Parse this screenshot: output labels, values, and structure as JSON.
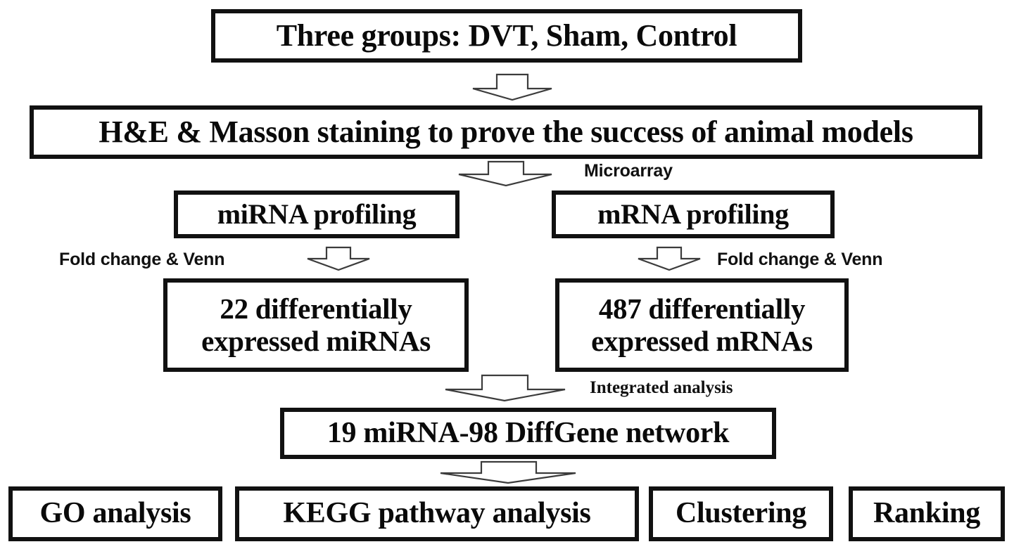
{
  "diagram": {
    "title": "Experimental workflow flowchart",
    "colors": {
      "box_border": "#111111",
      "box_fill": "#ffffff",
      "text": "#0a0a0a",
      "arrow_outline": "#3c3c3c",
      "background": "#ffffff"
    },
    "nodes": {
      "groups": {
        "label": "Three groups: DVT, Sham, Control",
        "level": 1
      },
      "staining": {
        "label": "H&E & Masson staining to prove the success of animal models",
        "level": 2
      },
      "mirna_profiling": {
        "label": "miRNA profiling",
        "level": 3,
        "branch": "left"
      },
      "mrna_profiling": {
        "label": "mRNA profiling",
        "level": 3,
        "branch": "right"
      },
      "mirna_result": {
        "label": "22 differentially\nexpressed miRNAs",
        "count": 22,
        "level": 4,
        "branch": "left"
      },
      "mrna_result": {
        "label": "487 differentially\nexpressed mRNAs",
        "count": 487,
        "level": 4,
        "branch": "right"
      },
      "network": {
        "label": "19 miRNA-98 DiffGene network",
        "mirna_count": 19,
        "gene_count": 98,
        "level": 5
      },
      "go": {
        "label": "GO analysis",
        "level": 6
      },
      "kegg": {
        "label": "KEGG pathway analysis",
        "level": 6
      },
      "clustering": {
        "label": "Clustering",
        "level": 6
      },
      "ranking": {
        "label": "Ranking",
        "level": 6
      }
    },
    "edge_labels": {
      "microarray": "Microarray",
      "fold_change_left": "Fold change & Venn",
      "fold_change_right": "Fold change & Venn",
      "integrated": "Integrated analysis"
    },
    "arrows": [
      {
        "name": "arrow-groups-to-staining",
        "from": "groups",
        "to": "staining"
      },
      {
        "name": "arrow-staining-to-profiling",
        "from": "staining",
        "to": "mirna_profiling / mrna_profiling",
        "label": "Microarray"
      },
      {
        "name": "arrow-mirna-profiling-to-result",
        "from": "mirna_profiling",
        "to": "mirna_result",
        "label": "Fold change & Venn"
      },
      {
        "name": "arrow-mrna-profiling-to-result",
        "from": "mrna_profiling",
        "to": "mrna_result",
        "label": "Fold change & Venn"
      },
      {
        "name": "arrow-results-to-network",
        "from": "mirna_result / mrna_result",
        "to": "network",
        "label": "Integrated analysis"
      },
      {
        "name": "arrow-network-to-downstream",
        "from": "network",
        "to": "go / kegg / clustering / ranking"
      }
    ]
  }
}
